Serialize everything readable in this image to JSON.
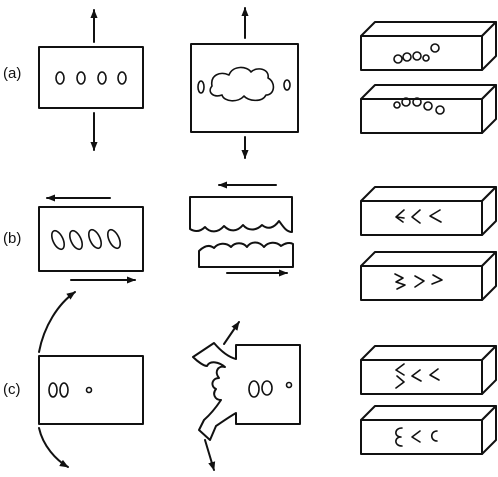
{
  "rows": [
    {
      "id": "a",
      "label": "(a)"
    },
    {
      "id": "b",
      "label": "(b)"
    },
    {
      "id": "c",
      "label": "(c)"
    }
  ],
  "colors": {
    "ink": "#111111",
    "background": "#ffffff"
  }
}
